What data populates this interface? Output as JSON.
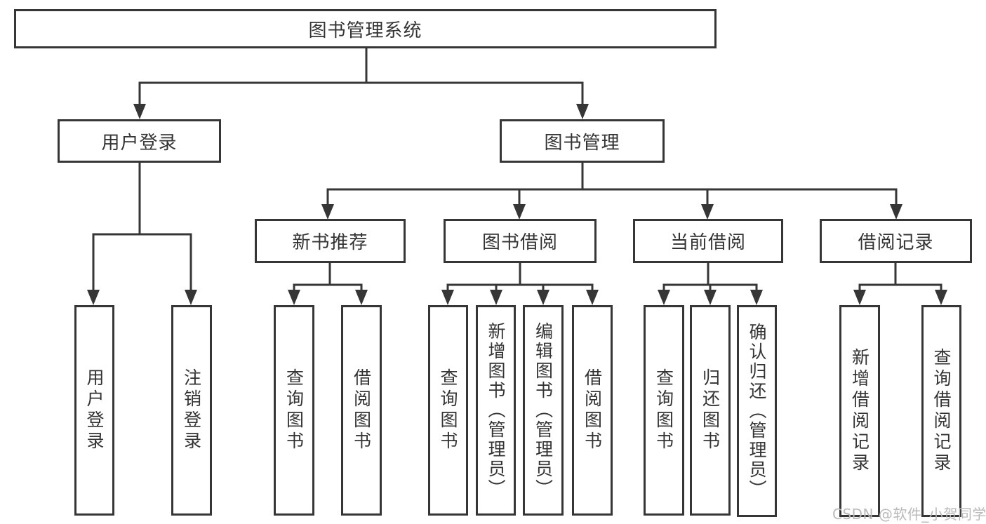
{
  "diagram": {
    "title": "图书管理系统",
    "tree": {
      "root": {
        "label": "图书管理系统"
      },
      "level1": [
        {
          "label": "用户登录",
          "children": [
            {
              "label": "用户登录"
            },
            {
              "label": "注销登录"
            }
          ]
        },
        {
          "label": "图书管理",
          "children": [
            {
              "label": "新书推荐",
              "children": [
                {
                  "label": "查询图书"
                },
                {
                  "label": "借阅图书"
                }
              ]
            },
            {
              "label": "图书借阅",
              "children": [
                {
                  "label": "查询图书"
                },
                {
                  "label": "新增图书（管理员）"
                },
                {
                  "label": "编辑图书（管理员）"
                },
                {
                  "label": "借阅图书"
                }
              ]
            },
            {
              "label": "当前借阅",
              "children": [
                {
                  "label": "查询图书"
                },
                {
                  "label": "归还图书"
                },
                {
                  "label": "确认归还（管理员）"
                }
              ]
            },
            {
              "label": "借阅记录",
              "children": [
                {
                  "label": "新增借阅记录"
                },
                {
                  "label": "查询借阅记录"
                }
              ]
            }
          ]
        }
      ]
    },
    "colors": {
      "line": "#363636",
      "text": "#333333",
      "background": "#ffffff",
      "watermark": "#b9b9b9"
    }
  },
  "watermark": {
    "text": "CSDN @软件_小贺同学"
  }
}
